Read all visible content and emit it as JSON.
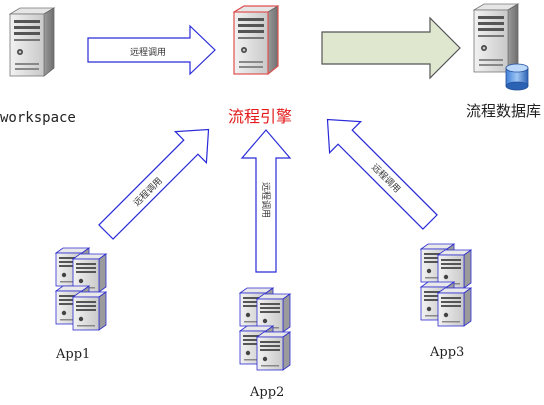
{
  "nodes": {
    "workspace": "workspace",
    "engine": "流程引擎",
    "database": "流程数据库",
    "app1": "App1",
    "app2": "App2",
    "app3": "App3"
  },
  "arrows": {
    "workspace_to_engine": "远程调用",
    "app1_to_engine": "远程调用",
    "app2_to_engine": "远程调用",
    "app3_to_engine": "远程调用"
  },
  "colors": {
    "engine_label": "#e31b1b",
    "call_arrow_stroke": "#2a2ad8",
    "engine_to_db_fill": "#dfe8cf",
    "engine_border": "#e05050"
  }
}
